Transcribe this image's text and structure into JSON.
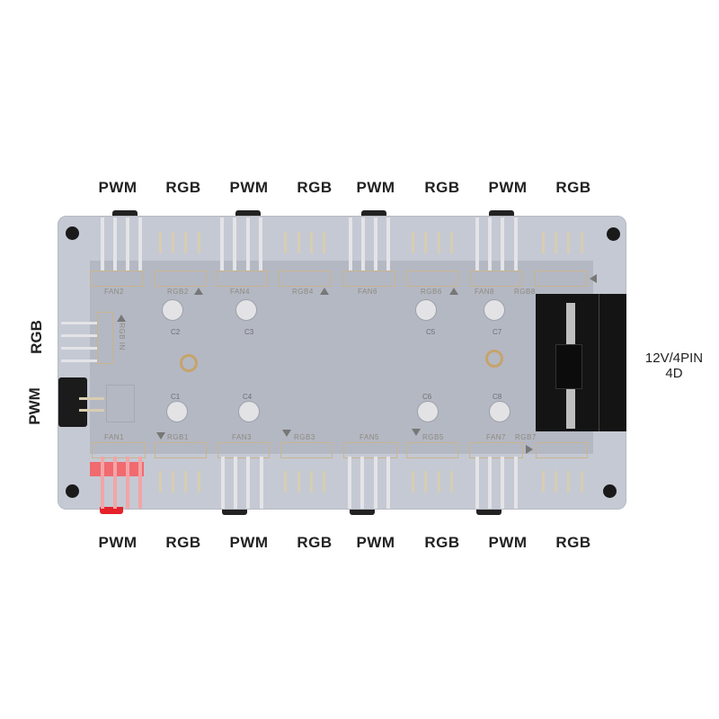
{
  "top_labels": [
    "PWM",
    "RGB",
    "PWM",
    "RGB",
    "PWM",
    "RGB",
    "PWM",
    "RGB"
  ],
  "bottom_labels": [
    "PWM",
    "RGB",
    "PWM",
    "RGB",
    "PWM",
    "RGB",
    "PWM",
    "RGB"
  ],
  "left_labels": {
    "rgb": "RGB",
    "pwm": "PWM"
  },
  "right_label": {
    "line1": "12V/4PIN",
    "line2": "4D"
  },
  "board": {
    "top_headers": [
      "FAN2",
      "RGB2",
      "FAN4",
      "RGB4",
      "FAN6",
      "RGB6",
      "FAN8",
      "RGB8"
    ],
    "bottom_headers": [
      "FAN1",
      "RGB1",
      "FAN3",
      "RGB3",
      "FAN5",
      "RGB5",
      "FAN7",
      "RGB7"
    ],
    "rgb_in_label": "RGB IN",
    "capacitors": {
      "c1": "C1",
      "c2": "C2",
      "c3": "C3",
      "c4": "C4",
      "c5": "C5",
      "c6": "C6",
      "c7": "C7",
      "c8": "C8"
    },
    "colors": {
      "board": "#c5c9d3",
      "pins": "#d8cdb2",
      "connector": "#141414",
      "fan1_highlight": "#f06a70"
    }
  }
}
